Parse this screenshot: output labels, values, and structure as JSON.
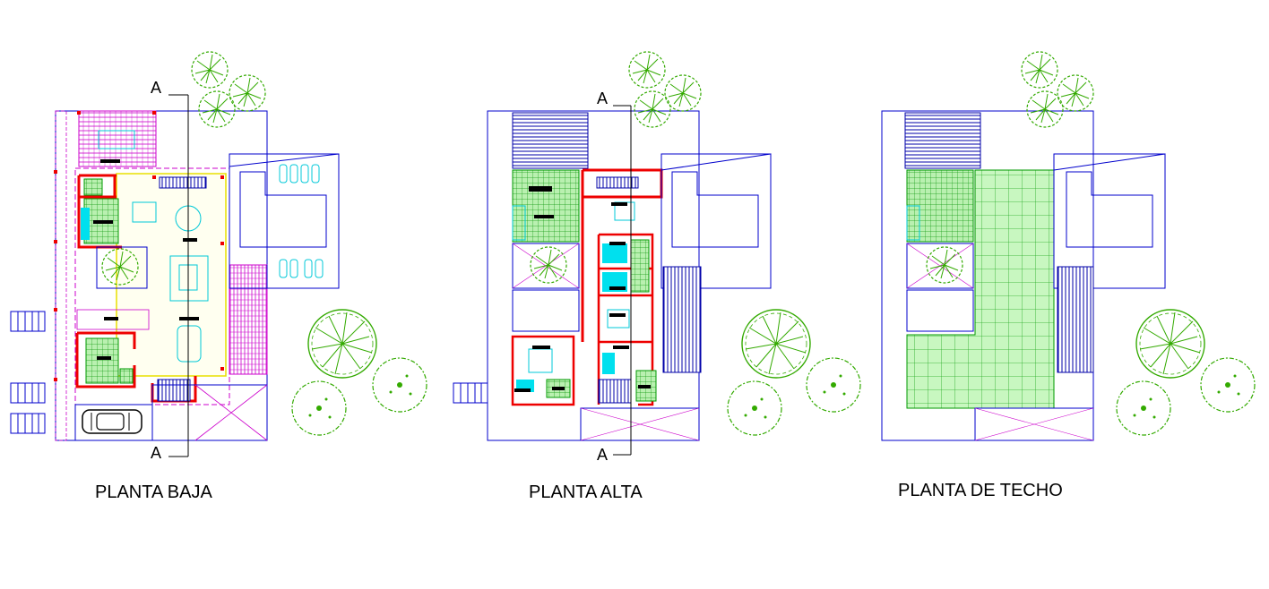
{
  "plans": [
    {
      "title": "PLANTA BAJA",
      "cut_top": "A",
      "cut_bottom": "A"
    },
    {
      "title": "PLANTA ALTA",
      "cut_top": "A",
      "cut_bottom": "A"
    },
    {
      "title": "PLANTA DE TECHO"
    }
  ],
  "colors": {
    "outline": "#0000cc",
    "walls": "#ee0000",
    "furniture": "#00c8d8",
    "tiles": "#009900",
    "tile_fill": "#b9f0b0",
    "dashed": "#cc00cc",
    "trees": "#33aa00",
    "yellow": "#e8e000"
  },
  "icons": [
    "tree-icon",
    "car-icon",
    "table-icon",
    "stair-icon"
  ]
}
